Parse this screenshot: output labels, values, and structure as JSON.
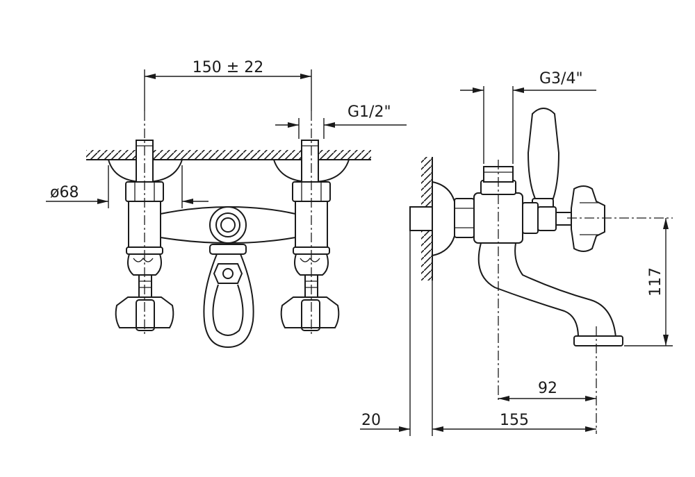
{
  "dimensions": {
    "center_distance": "150 ± 22",
    "inlet_thread": "G1/2\"",
    "flange_diameter": "ø68",
    "outlet_thread": "G3/4\"",
    "spout_height": "117",
    "spout_offset": "92",
    "wall_offset": "20",
    "projection": "155"
  }
}
